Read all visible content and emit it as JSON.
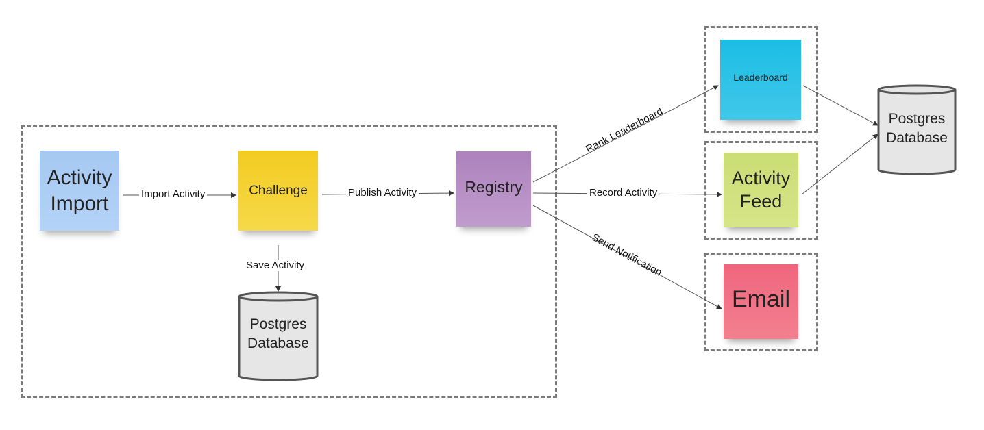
{
  "notes": {
    "activity_import": {
      "label": "Activity\nImport",
      "color": "#a9cbf3"
    },
    "challenge": {
      "label": "Challenge",
      "color": "#f5d028"
    },
    "registry": {
      "label": "Registry",
      "color": "#b48ac1"
    },
    "leaderboard": {
      "label": "Leaderboard",
      "color": "#22c1e6"
    },
    "activity_feed": {
      "label": "Activity\nFeed",
      "color": "#cfe07a"
    },
    "email": {
      "label": "Email",
      "color": "#f06a80"
    }
  },
  "databases": {
    "challenge_db": {
      "label": "Postgres\nDatabase"
    },
    "shared_db": {
      "label": "Postgres\nDatabase"
    }
  },
  "edges": {
    "import_activity": "Import Activity",
    "publish_activity": "Publish Activity",
    "save_activity": "Save Activity",
    "rank_leaderboard": "Rank Leaderboard",
    "record_activity": "Record Activity",
    "send_notification": "Send Notification"
  },
  "colors": {
    "group_border": "#7a7a7a",
    "database_fill": "#e6e6e6",
    "database_stroke": "#555555",
    "arrow": "#333333"
  }
}
